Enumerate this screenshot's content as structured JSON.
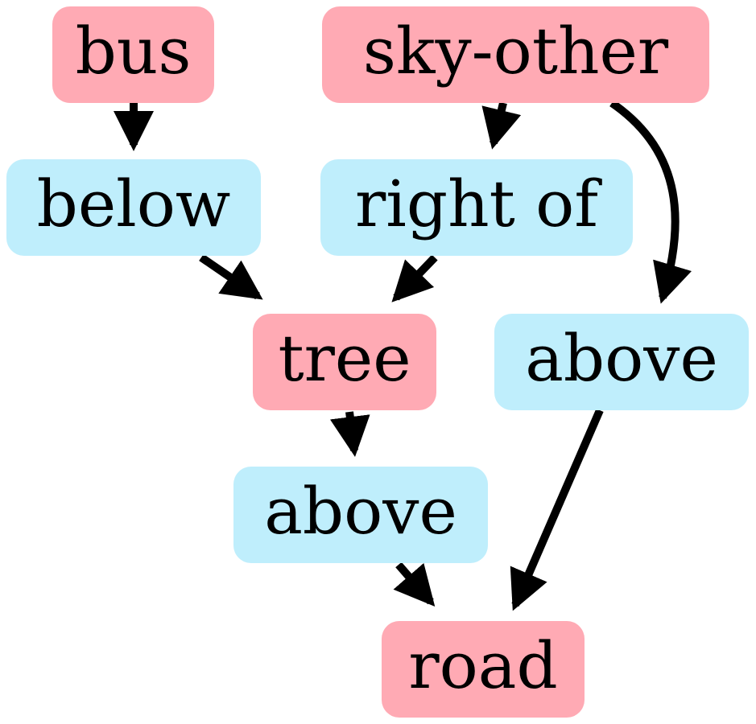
{
  "colors": {
    "object_node": "#ffaab4",
    "relation_node": "#bfeefc",
    "edge": "#000000",
    "text": "#000000"
  },
  "nodes": [
    {
      "id": "bus",
      "label": "bus",
      "kind": "object"
    },
    {
      "id": "sky-other",
      "label": "sky-other",
      "kind": "object"
    },
    {
      "id": "below",
      "label": "below",
      "kind": "relation"
    },
    {
      "id": "right-of",
      "label": "right of",
      "kind": "relation"
    },
    {
      "id": "tree",
      "label": "tree",
      "kind": "object"
    },
    {
      "id": "above-1",
      "label": "above",
      "kind": "relation"
    },
    {
      "id": "above-2",
      "label": "above",
      "kind": "relation"
    },
    {
      "id": "road",
      "label": "road",
      "kind": "object"
    }
  ],
  "edges": [
    {
      "from": "bus",
      "to": "below"
    },
    {
      "from": "below",
      "to": "tree"
    },
    {
      "from": "sky-other",
      "to": "right-of"
    },
    {
      "from": "right-of",
      "to": "tree"
    },
    {
      "from": "sky-other",
      "to": "above-1"
    },
    {
      "from": "tree",
      "to": "above-2"
    },
    {
      "from": "above-2",
      "to": "road"
    },
    {
      "from": "above-1",
      "to": "road"
    }
  ]
}
